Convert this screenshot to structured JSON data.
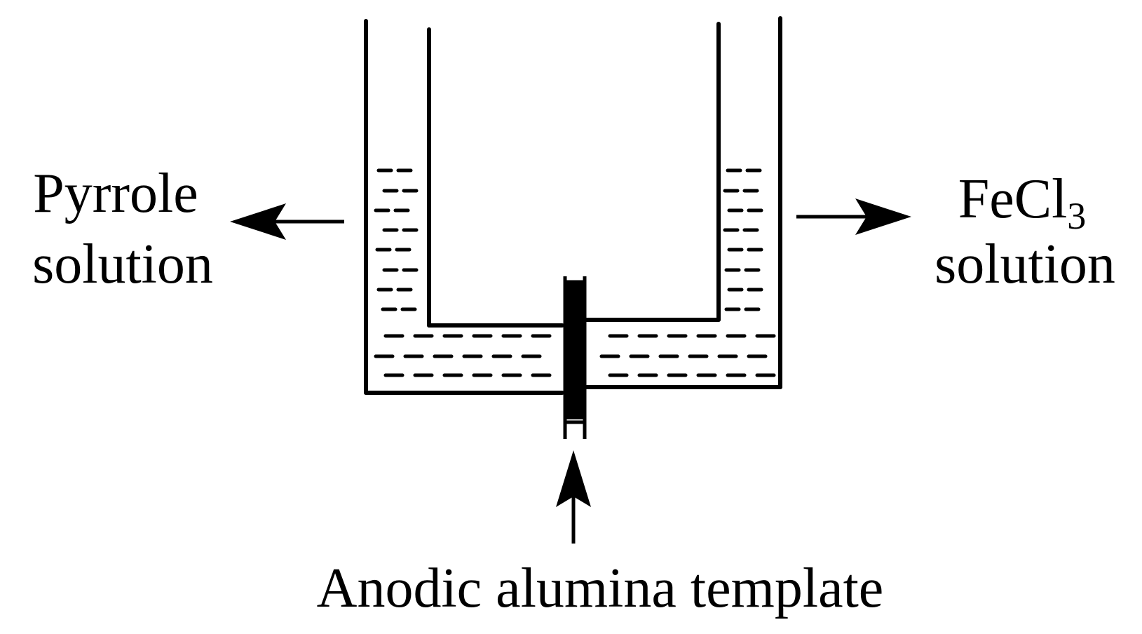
{
  "labels": {
    "left_line1": "Pyrrole",
    "left_line2": "solution",
    "right_main": "FeCl",
    "right_subscript": "3",
    "right_line2": "solution",
    "bottom": "Anodic alumina template"
  },
  "colors": {
    "ink": "#000000",
    "background": "#ffffff"
  }
}
